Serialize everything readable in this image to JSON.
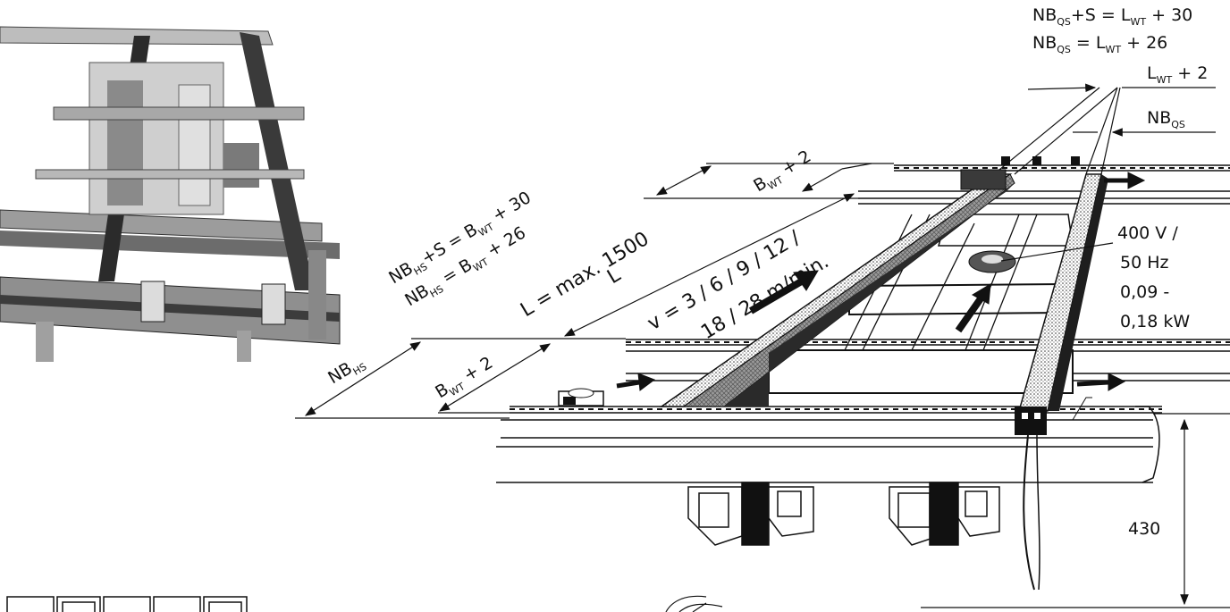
{
  "formulas": {
    "qs_sum": {
      "a": "NB",
      "a_sub": "QS",
      "b": "+S = L",
      "b_sub": "WT",
      "c": " + 30"
    },
    "qs_eq": {
      "a": "NB",
      "a_sub": "QS",
      "b": " = L",
      "b_sub": "WT",
      "c": " + 26"
    },
    "lwt2": {
      "a": "L",
      "a_sub": "WT",
      "b": " + 2"
    },
    "nbqs": {
      "a": "NB",
      "a_sub": "QS"
    },
    "hs_sum": {
      "a": "NB",
      "a_sub": "HS",
      "b": "+S = B",
      "b_sub": "WT",
      "c": " + 30"
    },
    "hs_eq": {
      "a": "NB",
      "a_sub": "HS",
      "b": " = B",
      "b_sub": "WT",
      "c": " + 26"
    },
    "bwt2_top": {
      "a": "B",
      "a_sub": "WT",
      "b": " + 2"
    },
    "bwt2_bottom": {
      "a": "B",
      "a_sub": "WT",
      "b": " + 2"
    },
    "nbhs": {
      "a": "NB",
      "a_sub": "HS"
    }
  },
  "length": {
    "line1": "L = max. 1500",
    "line2": "L"
  },
  "speed": {
    "line1": "v = 3 / 6 / 9 / 12 /",
    "line2": "18 / 28 m/min."
  },
  "motor": {
    "line1": "400 V /",
    "line2": "50 Hz",
    "line3": "0,09 -",
    "line4": "0,18 kW"
  },
  "height": {
    "value": "430"
  }
}
